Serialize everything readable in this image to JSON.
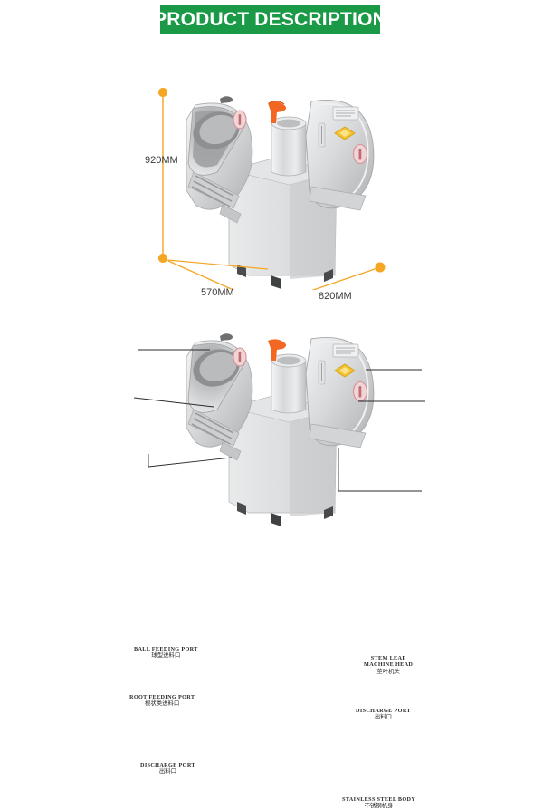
{
  "header": {
    "title": "PRODUCT DESCRIPTION",
    "banner_color": "#1a9a46",
    "text_color": "#ffffff"
  },
  "theme": {
    "dimension_line_color": "#f5a623",
    "dimension_text_color": "#3a3a3a",
    "callout_text_color": "#2b2b2b",
    "body_background": "#ffffff",
    "machine_body_color": "#d9dadb",
    "machine_highlight_color": "#f2f3f4",
    "machine_shadow_color": "#a9abad",
    "accent_orange_handle": "#f26722",
    "warning_label_color": "#f4c430",
    "label_pink_color": "#e8b9bd"
  },
  "dimensions_section": {
    "height_label": "920MM",
    "depth_label": "570MM",
    "width_label": "820MM"
  },
  "parts_section": {
    "callouts": [
      {
        "id": "ball-feeding-port",
        "english": "BALL FEEDING PORT",
        "chinese": "球型进料口"
      },
      {
        "id": "root-feeding-port",
        "english": "ROOT FEEDING PORT",
        "chinese": "根状类进料口"
      },
      {
        "id": "discharge-port-left",
        "english": "DISCHARGE PORT",
        "chinese": "出料口"
      },
      {
        "id": "stem-leaf-machine-head",
        "english_line1": "STEM LEAF",
        "english_line2": "MACHINE HEAD",
        "chinese": "莖叶机头"
      },
      {
        "id": "discharge-port-right",
        "english": "DISCHARGE PORT",
        "chinese": "出料口"
      },
      {
        "id": "stainless-steel-body",
        "english": "STAINLESS STEEL BODY",
        "chinese": "不锈钢机身"
      }
    ]
  }
}
